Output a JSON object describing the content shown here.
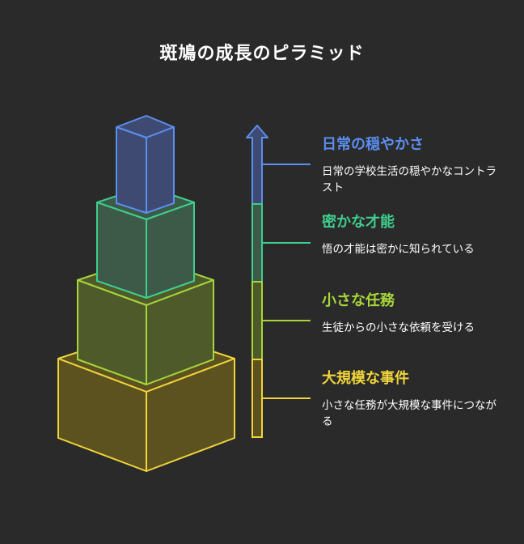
{
  "title": "斑鳩の成長のピラミッド",
  "levels": [
    {
      "title": "日常の穏やかさ",
      "description": "日常の学校生活の穏やかなコントラスト",
      "color": "#5b8ff0"
    },
    {
      "title": "密かな才能",
      "description": "悟の才能は密かに知られている",
      "color": "#3ecf8e"
    },
    {
      "title": "小さな任務",
      "description": "生徒からの小さな依頼を受ける",
      "color": "#a8d63a"
    },
    {
      "title": "大規模な事件",
      "description": "小さな任務が大規模な事件につながる",
      "color": "#f0d43a"
    }
  ]
}
